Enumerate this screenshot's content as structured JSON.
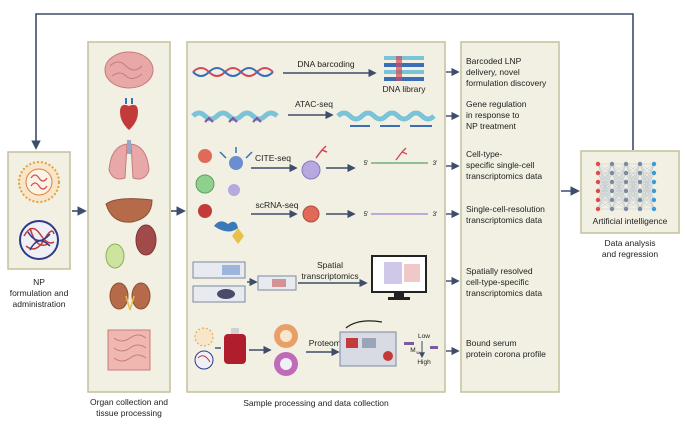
{
  "panels": {
    "np": {
      "caption_line1": "NP",
      "caption_line2": "formulation and",
      "caption_line3": "administration"
    },
    "organ": {
      "caption_line1": "Organ collection and",
      "caption_line2": "tissue processing"
    },
    "sample": {
      "caption": "Sample processing and data collection"
    },
    "ai": {
      "title": "Artificial intelligence",
      "caption_line1": "Data analysis",
      "caption_line2": "and regression"
    }
  },
  "methods": {
    "dna_barcoding": "DNA barcoding",
    "dna_library": "DNA library",
    "atac_seq": "ATAC-seq",
    "cite_seq": "CITE-seq",
    "scrna_seq": "scRNA-seq",
    "spatial_line1": "Spatial",
    "spatial_line2": "transcriptomics",
    "proteomics": "Proteomics",
    "five_prime": "5'",
    "three_prime": "3'",
    "low": "Low",
    "high": "High",
    "mw": "M",
    "mw_sub": "w"
  },
  "outputs": [
    {
      "line1": "Barcoded LNP",
      "line2": "delivery, novel",
      "line3": "formulation discovery"
    },
    {
      "line1": "Gene regulation",
      "line2": "in response to",
      "line3": "NP treatment"
    },
    {
      "line1": "Cell-type-",
      "line2": "specific single-cell",
      "line3": "transcriptomics data"
    },
    {
      "line1": "Single-cell-resolution",
      "line2": "transcriptomics data",
      "line3": ""
    },
    {
      "line1": "Spatially resolved",
      "line2": "cell-type-specific",
      "line3": "transcriptomics data"
    },
    {
      "line1": "Bound serum",
      "line2": "protein corona profile",
      "line3": ""
    }
  ],
  "colors": {
    "panel_fill": "#f1f0e3",
    "panel_stroke": "#c4c19c",
    "arrow": "#3d4d6a",
    "organ_pink": "#e9a8a8",
    "organ_brown": "#b56a4a",
    "dna_red": "#d24a5a",
    "dna_blue": "#3a6fb8",
    "chromatin": "#7bc3d8",
    "nn_node": "#7a8aa0",
    "nn_red": "#e04a4a",
    "nn_blue": "#3a9bd8"
  }
}
